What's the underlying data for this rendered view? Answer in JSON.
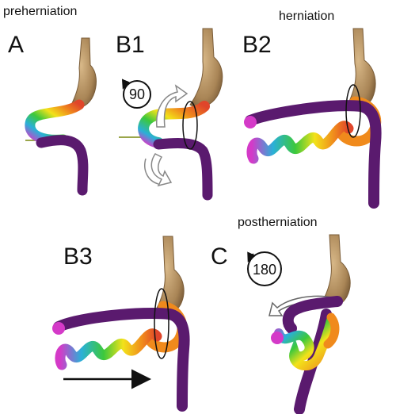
{
  "captions": {
    "preherniation": "preherniation",
    "herniation": "herniation",
    "postherniation": "postherniation"
  },
  "panels": {
    "A": "A",
    "B1": "B1",
    "B2": "B2",
    "B3": "B3",
    "C": "C"
  },
  "rotation_labels": {
    "b1": "90",
    "c": "180"
  },
  "colors": {
    "stomach": "#b09060",
    "stomach_dark": "#8a6d45",
    "hindgut": "#5a1a6e",
    "loop_red": "#e0452a",
    "loop_orange": "#f08a1c",
    "loop_yellow": "#f2e21a",
    "loop_green": "#3cc83c",
    "loop_cyan": "#2ab0d8",
    "loop_blue": "#3a4ad8",
    "loop_magenta": "#d43ac8",
    "axis_line": "#9aa64a",
    "outline": "#222222"
  }
}
